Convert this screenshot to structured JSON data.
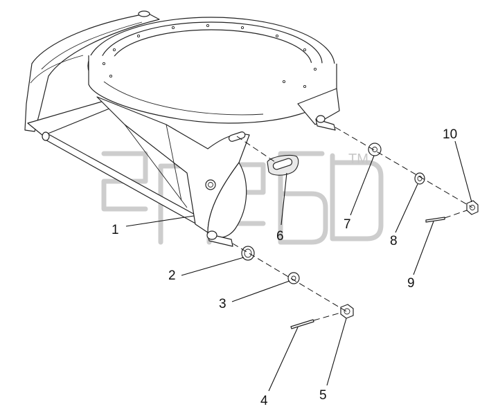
{
  "diagram": {
    "watermark_mark": "TM",
    "callouts": [
      {
        "id": "1",
        "text": "1"
      },
      {
        "id": "2",
        "text": "2"
      },
      {
        "id": "3",
        "text": "3"
      },
      {
        "id": "4",
        "text": "4"
      },
      {
        "id": "5",
        "text": "5"
      },
      {
        "id": "6",
        "text": "6"
      },
      {
        "id": "7",
        "text": "7"
      },
      {
        "id": "8",
        "text": "8"
      },
      {
        "id": "9",
        "text": "9"
      },
      {
        "id": "10",
        "text": "10"
      }
    ]
  }
}
